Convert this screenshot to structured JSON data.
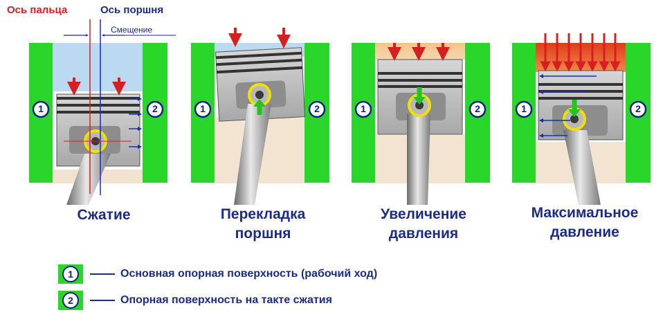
{
  "axes": {
    "pin_axis": "Ось пальца",
    "piston_axis": "Ось поршня",
    "offset": "Смещение"
  },
  "side_markers": {
    "left": "1",
    "right": "2"
  },
  "panels": [
    {
      "caption_line1": "Сжатие",
      "caption_line2": ""
    },
    {
      "caption_line1": "Перекладка",
      "caption_line2": "поршня"
    },
    {
      "caption_line1": "Увеличение",
      "caption_line2": "давления"
    },
    {
      "caption_line1": "Максимальное",
      "caption_line2": "давление"
    }
  ],
  "legend": [
    {
      "number": "1",
      "text": "Основная опорная поверхность (рабочий ход)"
    },
    {
      "number": "2",
      "text": "Опорная поверхность на такте сжатия"
    }
  ],
  "colors": {
    "cylinder_wall": "#2ad62a",
    "label_blue": "#1a2b8c",
    "pin_axis_red": "#d42020",
    "force_arrow_red": "#d42020",
    "pin_ring_yellow": "#f0e000",
    "green_arrow": "#22c422",
    "cool_chamber": "#bcd9f2",
    "warm_chamber": "#f6c488",
    "hot_chamber": "#e85a2a"
  }
}
